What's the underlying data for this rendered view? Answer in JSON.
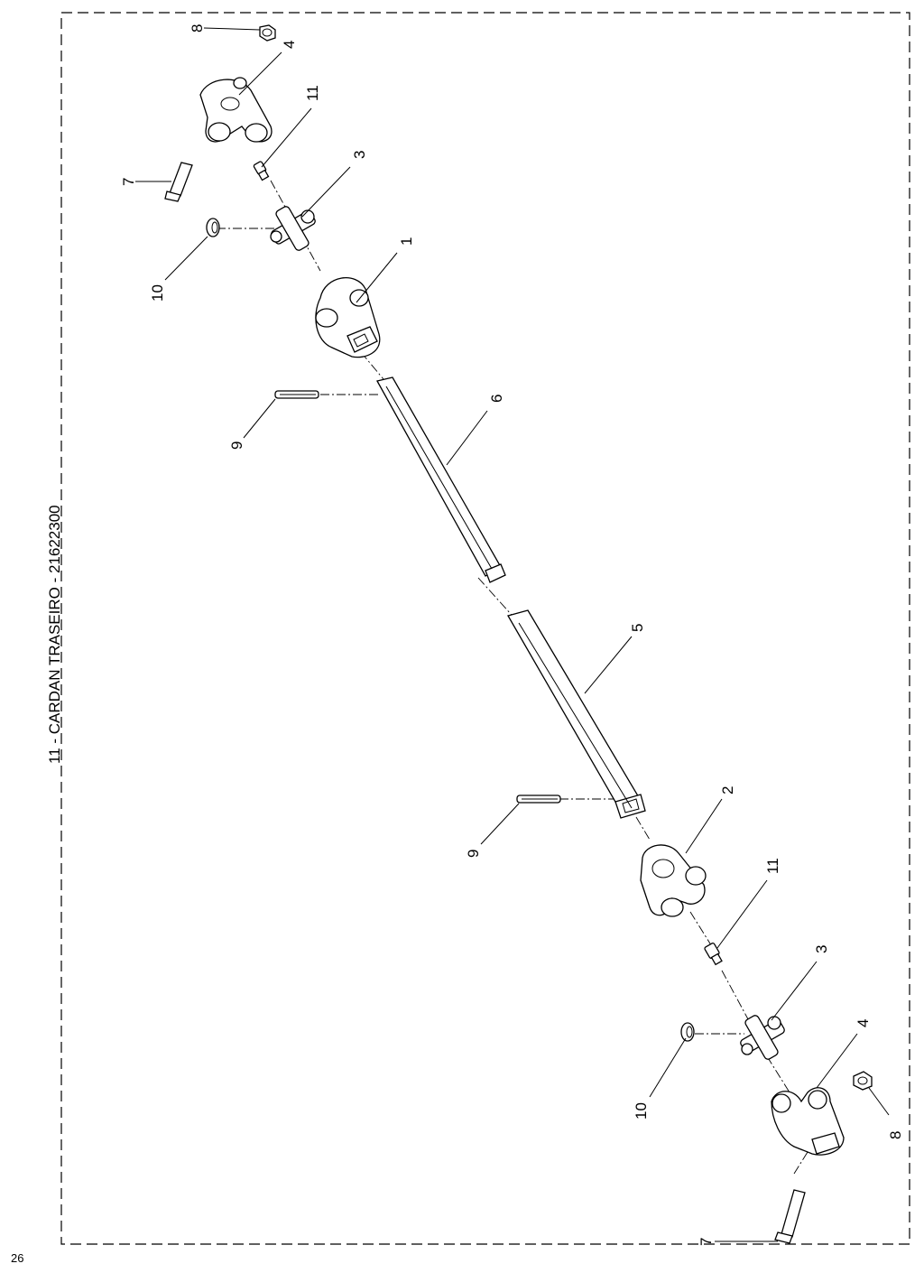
{
  "page": {
    "title": "11 - CARDAN TRASEIRO - 21622300",
    "page_number": "26"
  },
  "callouts": {
    "c1": "1",
    "c2": "2",
    "c3a": "3",
    "c3b": "3",
    "c4a": "4",
    "c4b": "4",
    "c5": "5",
    "c6": "6",
    "c7a": "7",
    "c7b": "7",
    "c8a": "8",
    "c8b": "8",
    "c9a": "9",
    "c9b": "9",
    "c10a": "10",
    "c10b": "10",
    "c11a": "11",
    "c11b": "11"
  }
}
